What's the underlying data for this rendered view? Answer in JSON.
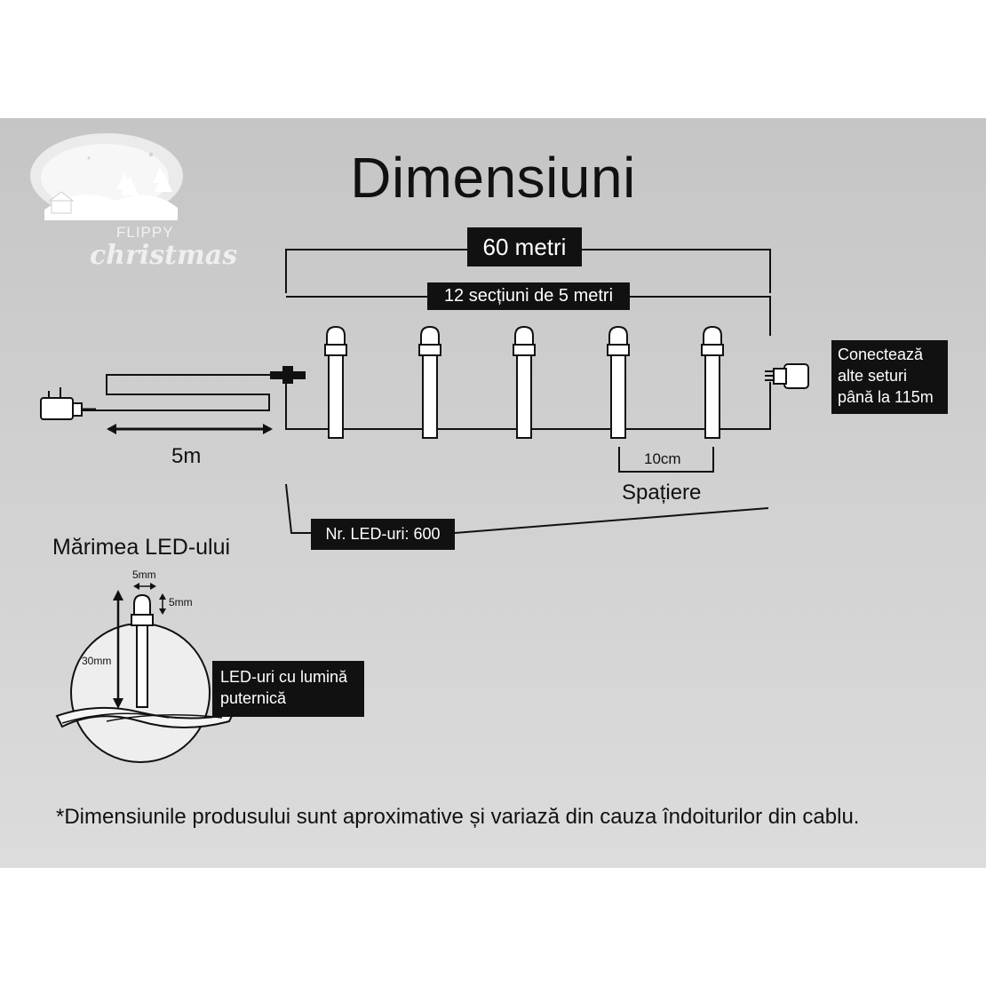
{
  "title": "Dimensiuni",
  "brand": {
    "name": "FLIPPY",
    "script": "christmas"
  },
  "total_length_label": "60 metri",
  "sections_label": "12 secțiuni de 5 metri",
  "connect_label_lines": [
    "Conectează",
    "alte seturi",
    "până la 115m"
  ],
  "cable_length_label": "5m",
  "spacing_value_label": "10cm",
  "spacing_label": "Spațiere",
  "led_count_label": "Nr. LED-uri: 600",
  "led_size": {
    "title": "Mărimea LED-ului",
    "width_label": "5mm",
    "head_label": "5mm",
    "height_label": "30mm",
    "bright_label_lines": [
      "LED-uri cu lumină",
      "puternică"
    ]
  },
  "footnote": "*Dimensiunile produsului sunt aproximative și variază din cauza îndoiturilor din cablu.",
  "colors": {
    "background": "#d0d0d0",
    "box": "#111111",
    "line": "#111111",
    "led_fill": "#ffffff"
  }
}
